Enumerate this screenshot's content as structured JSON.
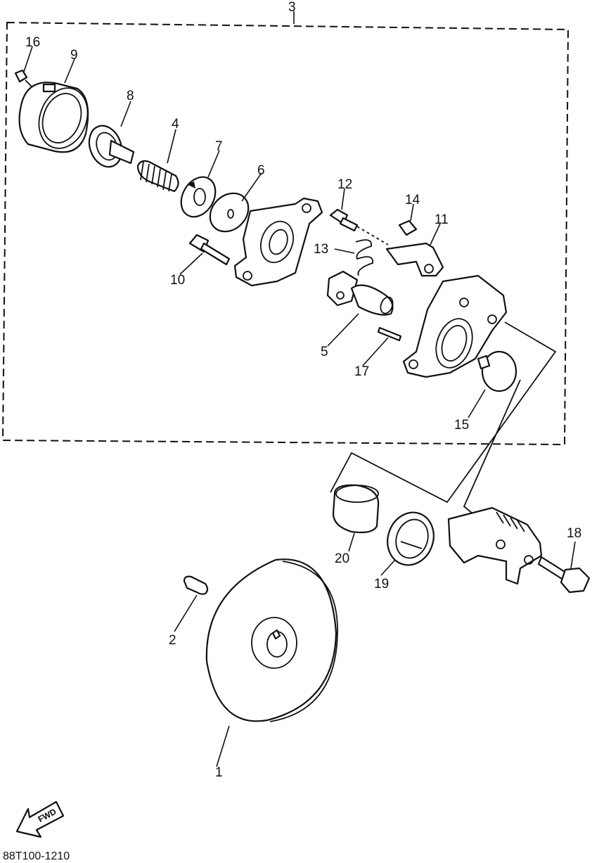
{
  "assembly_label": "3",
  "drawing_code": "88T100-1210",
  "fwd_label": "FWD",
  "callouts": [
    {
      "id": "c1",
      "text": "1"
    },
    {
      "id": "c2",
      "text": "2"
    },
    {
      "id": "c4",
      "text": "4"
    },
    {
      "id": "c5",
      "text": "5"
    },
    {
      "id": "c6",
      "text": "6"
    },
    {
      "id": "c7",
      "text": "7"
    },
    {
      "id": "c8",
      "text": "8"
    },
    {
      "id": "c9",
      "text": "9"
    },
    {
      "id": "c10",
      "text": "10"
    },
    {
      "id": "c11",
      "text": "11"
    },
    {
      "id": "c12",
      "text": "12"
    },
    {
      "id": "c13",
      "text": "13"
    },
    {
      "id": "c14",
      "text": "14"
    },
    {
      "id": "c15",
      "text": "15"
    },
    {
      "id": "c16",
      "text": "16"
    },
    {
      "id": "c17",
      "text": "17"
    },
    {
      "id": "c18",
      "text": "18"
    },
    {
      "id": "c19",
      "text": "19"
    },
    {
      "id": "c20",
      "text": "20"
    }
  ]
}
